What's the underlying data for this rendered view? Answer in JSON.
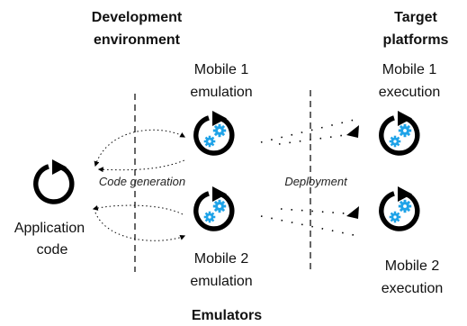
{
  "headers": {
    "dev_env_line1": "Development",
    "dev_env_line2": "environment",
    "target_line1": "Target",
    "target_line2": "platforms",
    "emulators": "Emulators"
  },
  "nodes": {
    "application": {
      "line1": "Application",
      "line2": "code"
    },
    "mobile1_emulation": {
      "line1": "Mobile 1",
      "line2": "emulation"
    },
    "mobile2_emulation": {
      "line1": "Mobile 2",
      "line2": "emulation"
    },
    "mobile1_execution": {
      "line1": "Mobile 1",
      "line2": "execution"
    },
    "mobile2_execution": {
      "line1": "Mobile 2",
      "line2": "execution"
    }
  },
  "edges": {
    "code_generation": "Code generation",
    "deployment": "Deployment"
  },
  "colors": {
    "cycle": "#000000",
    "gear": "#1fa3e8",
    "line": "#000000"
  },
  "icons": {
    "cycle": "cycle-arrow-icon",
    "gears": "gears-icon"
  }
}
